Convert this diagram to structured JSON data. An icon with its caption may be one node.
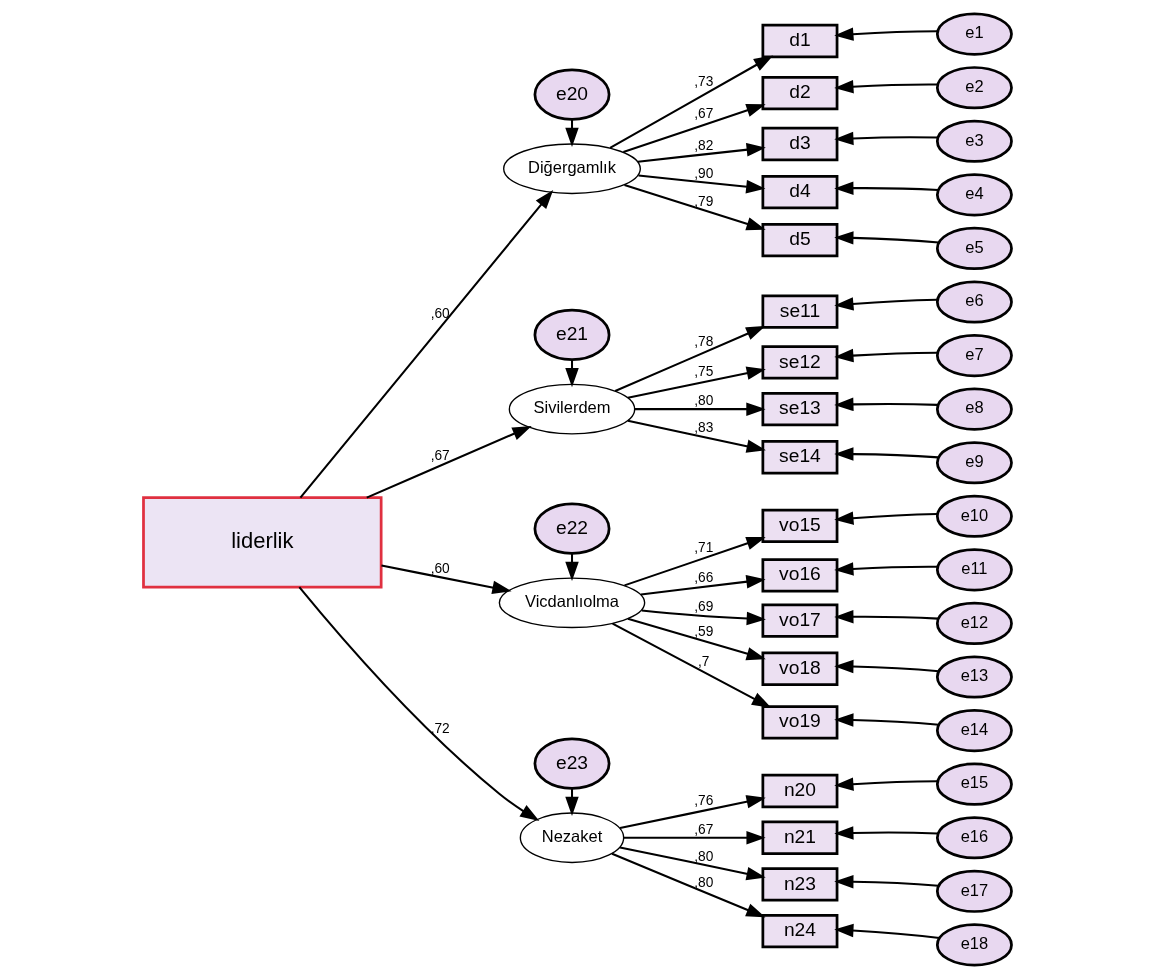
{
  "diagram": {
    "nodes": [
      {
        "text": [
          "liderlik"
        ]
      },
      {
        "text": [
          "e20"
        ]
      },
      {
        "text": [
          "Diğergamlık"
        ]
      },
      {
        "text": [
          "d1"
        ]
      },
      {
        "text": [
          "d2"
        ]
      },
      {
        "text": [
          "d3"
        ]
      },
      {
        "text": [
          "d4"
        ]
      },
      {
        "text": [
          "d5"
        ]
      },
      {
        "text": [
          "e1"
        ]
      },
      {
        "text": [
          "e2"
        ]
      },
      {
        "text": [
          "e3"
        ]
      },
      {
        "text": [
          "e4"
        ]
      },
      {
        "text": [
          "e5"
        ]
      },
      {
        "text": [
          "e21"
        ]
      },
      {
        "text": [
          "Sivilerdem"
        ]
      },
      {
        "text": [
          "se11"
        ]
      },
      {
        "text": [
          "se12"
        ]
      },
      {
        "text": [
          "se13"
        ]
      },
      {
        "text": [
          "se14"
        ]
      },
      {
        "text": [
          "e6"
        ]
      },
      {
        "text": [
          "e7"
        ]
      },
      {
        "text": [
          "e8"
        ]
      },
      {
        "text": [
          "e9"
        ]
      },
      {
        "text": [
          "e22"
        ]
      },
      {
        "text": [
          "Vicdanlıolma"
        ]
      },
      {
        "text": [
          "vo15"
        ]
      },
      {
        "text": [
          "vo16"
        ]
      },
      {
        "text": [
          "vo17"
        ]
      },
      {
        "text": [
          "vo18"
        ]
      },
      {
        "text": [
          "vo19"
        ]
      },
      {
        "text": [
          "e10"
        ]
      },
      {
        "text": [
          "e11"
        ]
      },
      {
        "text": [
          "e12"
        ]
      },
      {
        "text": [
          "e13"
        ]
      },
      {
        "text": [
          "e14"
        ]
      },
      {
        "text": [
          "e23"
        ]
      },
      {
        "text": [
          "Nezaket"
        ]
      },
      {
        "text": [
          "n20"
        ]
      },
      {
        "text": [
          "n21"
        ]
      },
      {
        "text": [
          "n23"
        ]
      },
      {
        "text": [
          "n24"
        ]
      },
      {
        "text": [
          "e15"
        ]
      },
      {
        "text": [
          "e16"
        ]
      },
      {
        "text": [
          "e17"
        ]
      },
      {
        "text": [
          "e18"
        ]
      }
    ],
    "edges": [
      {
        "from": 0,
        "to": 2,
        "arrow": "to",
        "label": ",60"
      },
      {
        "from": 0,
        "to": 14,
        "arrow": "to",
        "label": ",67"
      },
      {
        "from": 0,
        "to": 24,
        "arrow": "to",
        "label": ",60"
      },
      {
        "from": 0,
        "to": 36,
        "arrow": "to",
        "label": ",72"
      },
      {
        "from": 1,
        "to": 2,
        "arrow": "to"
      },
      {
        "from": 2,
        "to": 3,
        "arrow": "to",
        "label": ",73"
      },
      {
        "from": 2,
        "to": 4,
        "arrow": "to",
        "label": ",67"
      },
      {
        "from": 2,
        "to": 5,
        "arrow": "to",
        "label": ",82"
      },
      {
        "from": 2,
        "to": 6,
        "arrow": "to",
        "label": ",90"
      },
      {
        "from": 2,
        "to": 7,
        "arrow": "to",
        "label": ",79"
      },
      {
        "from": 8,
        "to": 3,
        "arrow": "to"
      },
      {
        "from": 9,
        "to": 4,
        "arrow": "to"
      },
      {
        "from": 10,
        "to": 5,
        "arrow": "to"
      },
      {
        "from": 11,
        "to": 6,
        "arrow": "to"
      },
      {
        "from": 12,
        "to": 7,
        "arrow": "to"
      },
      {
        "from": 13,
        "to": 14,
        "arrow": "to"
      },
      {
        "from": 14,
        "to": 15,
        "arrow": "to",
        "label": ",78"
      },
      {
        "from": 14,
        "to": 16,
        "arrow": "to",
        "label": ",75"
      },
      {
        "from": 14,
        "to": 17,
        "arrow": "to",
        "label": ",80"
      },
      {
        "from": 14,
        "to": 18,
        "arrow": "to",
        "label": ",83"
      },
      {
        "from": 19,
        "to": 15,
        "arrow": "to"
      },
      {
        "from": 20,
        "to": 16,
        "arrow": "to"
      },
      {
        "from": 21,
        "to": 17,
        "arrow": "to"
      },
      {
        "from": 22,
        "to": 18,
        "arrow": "to"
      },
      {
        "from": 23,
        "to": 24,
        "arrow": "to"
      },
      {
        "from": 24,
        "to": 25,
        "arrow": "to",
        "label": ",71"
      },
      {
        "from": 24,
        "to": 26,
        "arrow": "to",
        "label": ",66"
      },
      {
        "from": 24,
        "to": 27,
        "arrow": "to",
        "label": ",69"
      },
      {
        "from": 24,
        "to": 28,
        "arrow": "to",
        "label": ",59"
      },
      {
        "from": 24,
        "to": 29,
        "arrow": "to",
        "label": ",7"
      },
      {
        "from": 30,
        "to": 25,
        "arrow": "to"
      },
      {
        "from": 31,
        "to": 26,
        "arrow": "to"
      },
      {
        "from": 32,
        "to": 27,
        "arrow": "to"
      },
      {
        "from": 33,
        "to": 28,
        "arrow": "to"
      },
      {
        "from": 34,
        "to": 29,
        "arrow": "to"
      },
      {
        "from": 35,
        "to": 36,
        "arrow": "to"
      },
      {
        "from": 36,
        "to": 37,
        "arrow": "to",
        "label": ",76"
      },
      {
        "from": 36,
        "to": 38,
        "arrow": "to",
        "label": ",67"
      },
      {
        "from": 36,
        "to": 39,
        "arrow": "to",
        "label": ",80"
      },
      {
        "from": 36,
        "to": 40,
        "arrow": "to",
        "label": ",80"
      },
      {
        "from": 41,
        "to": 37,
        "arrow": "to"
      },
      {
        "from": 42,
        "to": 38,
        "arrow": "to"
      },
      {
        "from": 43,
        "to": 39,
        "arrow": "to"
      },
      {
        "from": 44,
        "to": 40,
        "arrow": "to"
      }
    ]
  }
}
